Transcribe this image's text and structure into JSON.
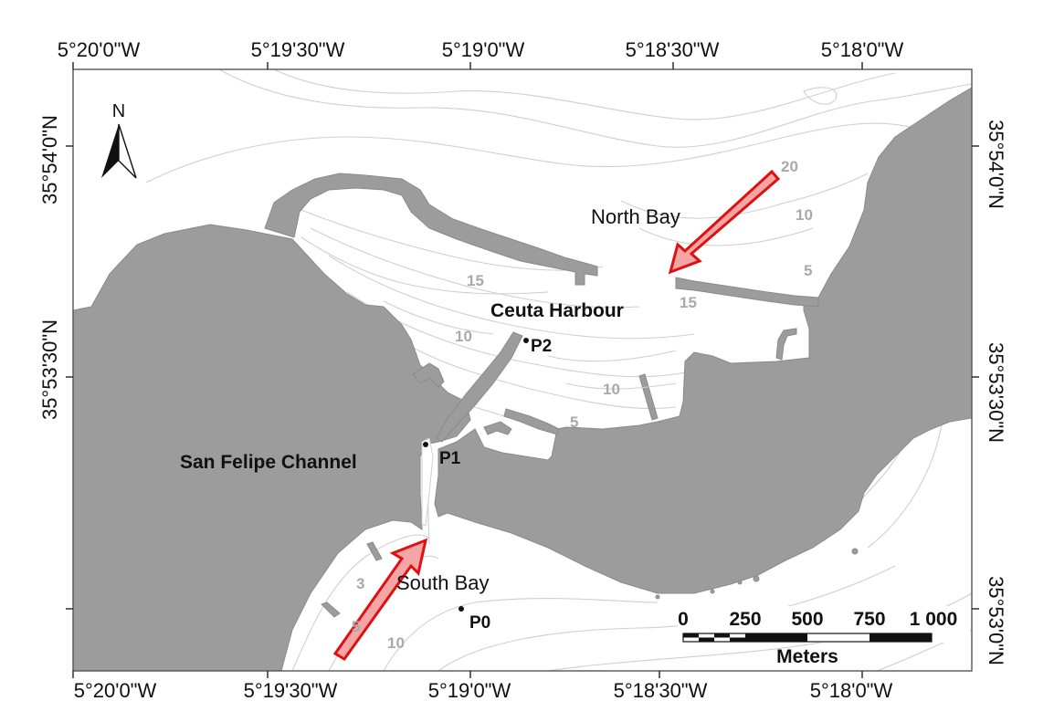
{
  "axes": {
    "top_lon": [
      "5°20'0\"W",
      "5°19'30\"W",
      "5°19'0\"W",
      "5°18'30\"W",
      "5°18'0\"W"
    ],
    "bottom_lon": [
      "5°20'0\"W",
      "5°19'30\"W",
      "5°19'0\"W",
      "5°18'30\"W",
      "5°18'0\"W"
    ],
    "left_lat": [
      "35°54'0\"N",
      "35°53'30\"N"
    ],
    "right_lat": [
      "35°54'0\"N",
      "35°53'30\"N",
      "35°53'0\"N"
    ]
  },
  "north_arrow": {
    "label": "N"
  },
  "places": {
    "north_bay": "North Bay",
    "south_bay": "South Bay",
    "harbour": "Ceuta Harbour",
    "channel": "San Felipe Channel"
  },
  "points": {
    "p0": "P0",
    "p1": "P1",
    "p2": "P2"
  },
  "depth_labels": {
    "d20": "20",
    "d10_northbay": "10",
    "d5_northbay": "5",
    "d15_harbour": "15",
    "d15_entrance": "15",
    "d10_harbour_w": "10",
    "d10_harbour_e": "10",
    "d5_harbour": "5",
    "d3_southbay": "3",
    "d5_southbay": "5",
    "d10_southbay": "10"
  },
  "scale_bar": {
    "ticks": [
      "0",
      "250",
      "500",
      "750",
      "1 000"
    ],
    "unit": "Meters"
  },
  "colors": {
    "land": "#9c9c9c",
    "water": "#ffffff",
    "contour": "#cfcfcf",
    "arrow_fill": "#f4a6a6",
    "arrow_stroke": "#e01010",
    "depth_text": "#a9a9a9"
  }
}
